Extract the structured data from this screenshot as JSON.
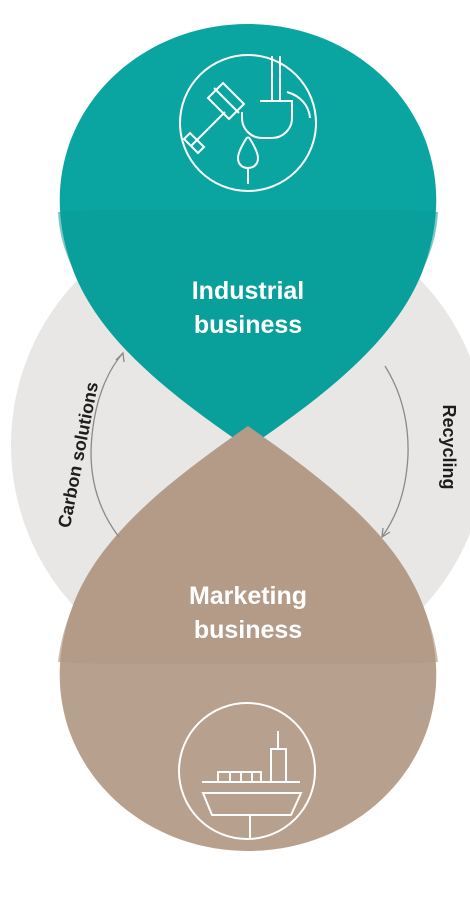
{
  "diagram": {
    "top_label_line1": "Industrial",
    "top_label_line2": "business",
    "bottom_label_line1": "Marketing",
    "bottom_label_line2": "business",
    "left_cycle_label": "Carbon solutions",
    "right_cycle_label": "Recycling",
    "top_icon": "industrial-tools-icon",
    "bottom_icon": "ship-icon",
    "colors": {
      "teal": "#0aa5a0",
      "teal_overlap": "#0a9a96",
      "brown": "#b7a08d",
      "brown_overlap": "#b09884",
      "gray_circle": "#e8e7e6",
      "text_white": "#ffffff",
      "text_dark": "#1d1d1d",
      "arrow": "#8a8a8a"
    }
  }
}
